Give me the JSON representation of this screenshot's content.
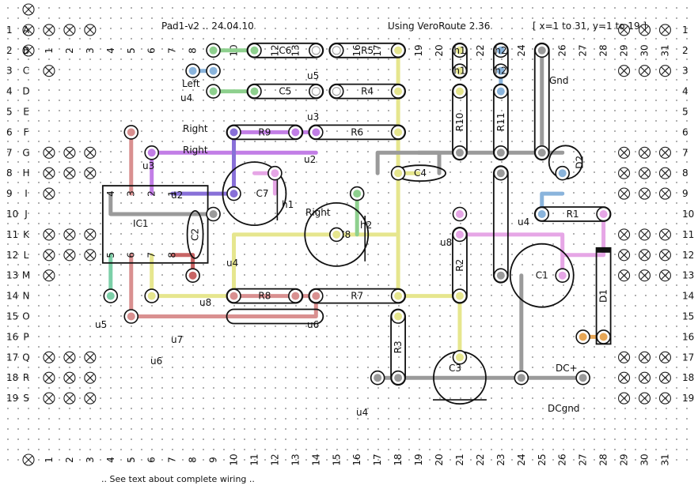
{
  "header": {
    "title": "Pad1-v2 .. 24.04.10",
    "app": "Using VeroRoute 2.36",
    "range": "[ x=1 to 31, y=1 to 19 ]"
  },
  "footer": {
    "note": ".. See text about complete wiring .."
  },
  "grid": {
    "columns": [
      "1",
      "2",
      "3",
      "4",
      "5",
      "6",
      "7",
      "8",
      "9",
      "10",
      "11",
      "12",
      "13",
      "14",
      "15",
      "16",
      "17",
      "18",
      "19",
      "20",
      "21",
      "22",
      "23",
      "24",
      "25",
      "26",
      "27",
      "28",
      "29",
      "30",
      "31"
    ],
    "rows": [
      {
        "num": "1",
        "letter": "A"
      },
      {
        "num": "2",
        "letter": "B"
      },
      {
        "num": "3",
        "letter": "C"
      },
      {
        "num": "4",
        "letter": "D"
      },
      {
        "num": "5",
        "letter": "E"
      },
      {
        "num": "6",
        "letter": "F"
      },
      {
        "num": "7",
        "letter": "G"
      },
      {
        "num": "8",
        "letter": "H"
      },
      {
        "num": "9",
        "letter": "I"
      },
      {
        "num": "10",
        "letter": "J"
      },
      {
        "num": "11",
        "letter": "K"
      },
      {
        "num": "12",
        "letter": "L"
      },
      {
        "num": "13",
        "letter": "M"
      },
      {
        "num": "14",
        "letter": "N"
      },
      {
        "num": "15",
        "letter": "O"
      },
      {
        "num": "16",
        "letter": "P"
      },
      {
        "num": "17",
        "letter": "Q"
      },
      {
        "num": "18",
        "letter": "R"
      },
      {
        "num": "19",
        "letter": "S"
      }
    ]
  },
  "colors": {
    "green": "#8ed08e",
    "red": "#d99090",
    "yellow": "#e6e68e",
    "purple": "#c27ee6",
    "violet": "#8870d8",
    "pink": "#e6a6e6",
    "blue": "#8ab4dc",
    "gray": "#9a9a9a",
    "teal": "#7ccfa8",
    "darkred": "#c86464",
    "orange": "#e6a656"
  },
  "components": {
    "resistors": [
      "R1",
      "R2",
      "R3",
      "R4",
      "R5",
      "R6",
      "R7",
      "R8",
      "R9",
      "R10",
      "R11"
    ],
    "capacitors": [
      "C1",
      "C2",
      "C3",
      "C4",
      "C5",
      "C6",
      "C7",
      "C8"
    ],
    "ic": {
      "label": "IC1",
      "pins": [
        "4",
        "3",
        "2",
        "1",
        "5",
        "6",
        "7",
        "8"
      ]
    },
    "diodes": [
      "D1",
      "D2"
    ]
  },
  "labels": {
    "left": "Left",
    "right": "Right",
    "gnd": "Gnd",
    "dc_plus": "DC+",
    "dc_gnd": "DCgnd",
    "u2": "u2",
    "u3": "u3",
    "u4": "u4",
    "u5": "u5",
    "u6": "u6",
    "u7": "u7",
    "u8": "u8",
    "h1": "h1",
    "h2": "h2"
  }
}
